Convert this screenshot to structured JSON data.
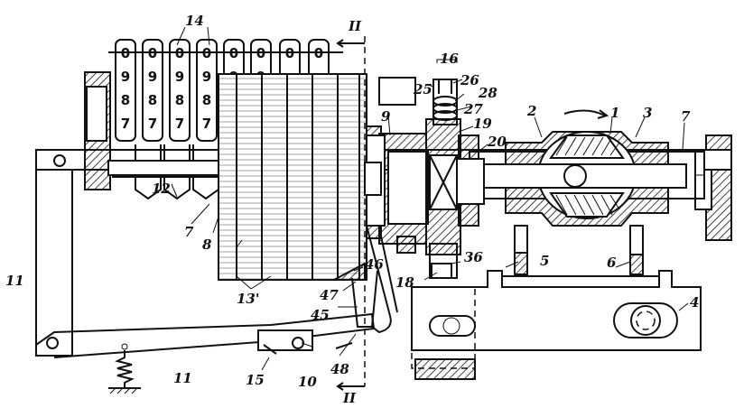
{
  "labels": {
    "l1": "1",
    "l2": "2",
    "l3": "3",
    "l4": "4",
    "l5": "5",
    "l6": "6",
    "l7a": "7",
    "l7b": "7",
    "l8": "8",
    "l9": "9",
    "l10": "10",
    "l11a": "11",
    "l11b": "11",
    "l12": "12",
    "l13": "13'",
    "l14": "14",
    "l15": "15",
    "l16": "16",
    "l18": "18",
    "l19": "19",
    "l20": "20",
    "l25": "25",
    "l26": "26",
    "l27": "27",
    "l28": "28",
    "l36": "36",
    "l45": "45",
    "l46": "46",
    "l47": "47",
    "l48": "48",
    "section_top": "II",
    "section_bottom": "II"
  },
  "wheel_digits": [
    "0",
    "9",
    "8",
    "7"
  ]
}
